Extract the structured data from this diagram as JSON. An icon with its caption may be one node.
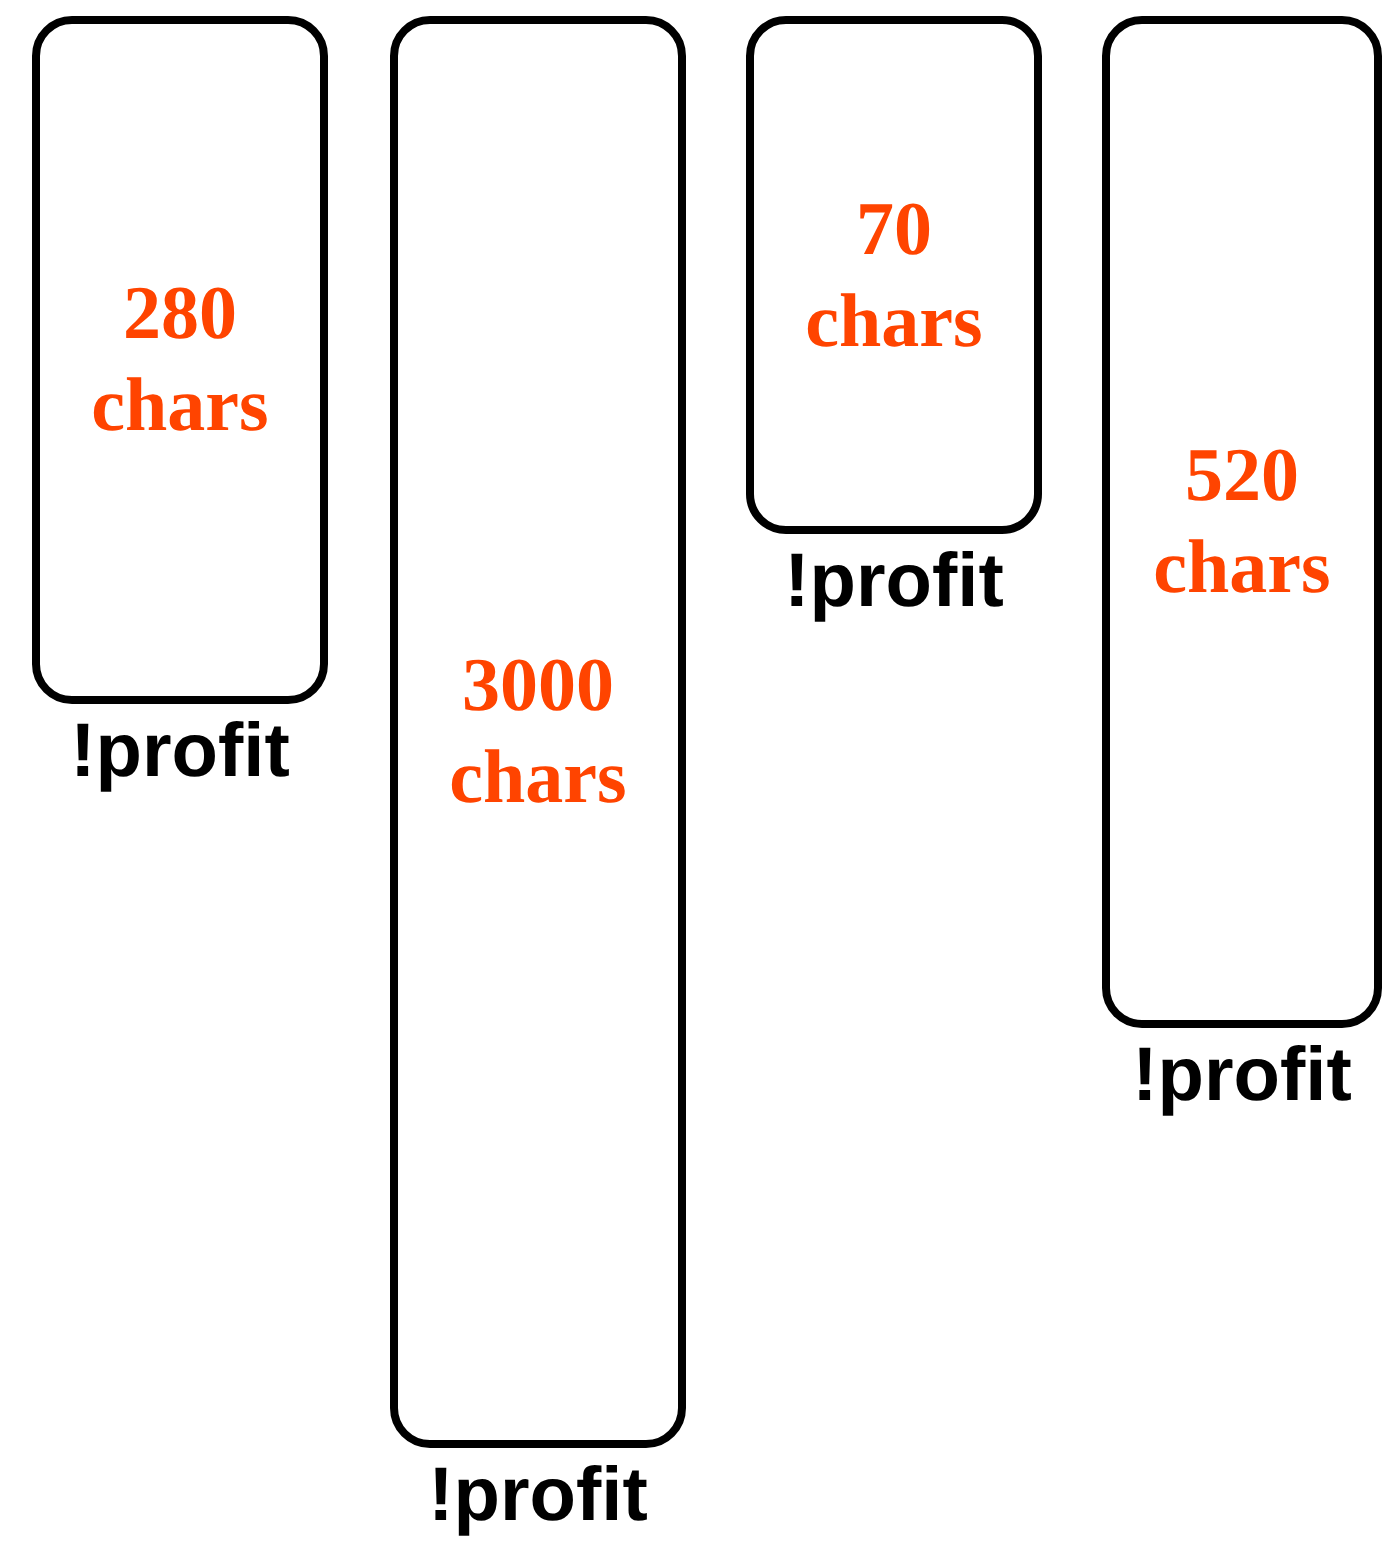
{
  "diagram": {
    "nodes": [
      {
        "text": [
          "280 chars"
        ],
        "beside": [
          "!profit"
        ]
      },
      {
        "text": [
          "3000 chars"
        ],
        "beside": [
          "!profit"
        ]
      },
      {
        "text": [
          "70 chars"
        ],
        "beside": [
          "!profit"
        ]
      },
      {
        "text": [
          "520 chars"
        ],
        "beside": [
          "!profit"
        ]
      }
    ]
  }
}
